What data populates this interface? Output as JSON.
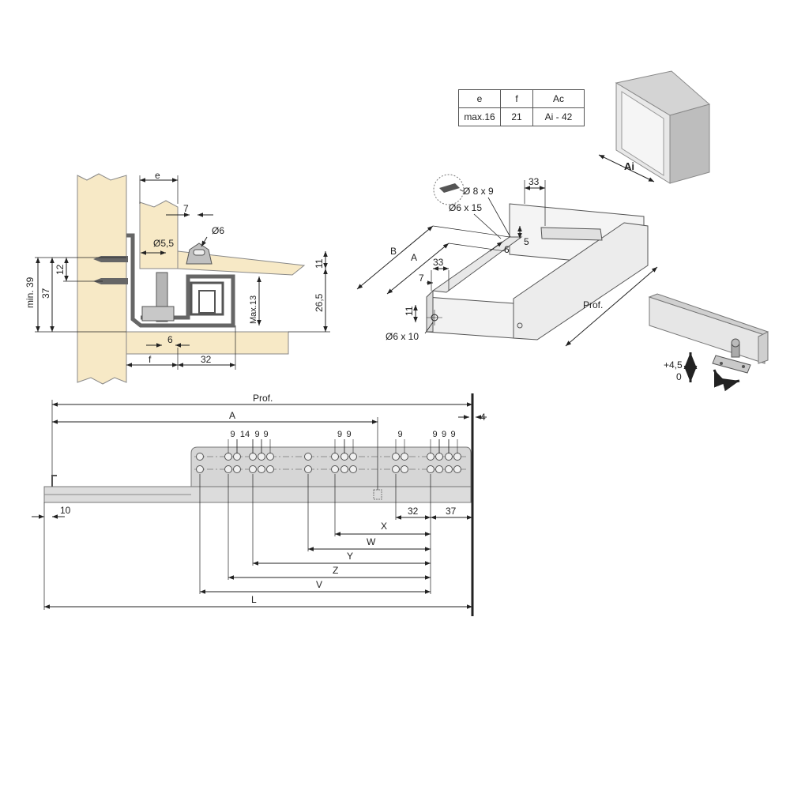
{
  "table": {
    "headers": [
      "e",
      "f",
      "Ac"
    ],
    "values": [
      "max.16",
      "21",
      "Ai - 42"
    ]
  },
  "cabinet": {
    "label": "Ai"
  },
  "section": {
    "e": "e",
    "d7": "7",
    "d6": "Ø6",
    "d55": "Ø5,5",
    "d11": "11",
    "d12": "12",
    "min39": "min. 39",
    "d37": "37",
    "d265": "26,5",
    "max13": "Max.13",
    "d6b": "6",
    "f": "f",
    "d32": "32"
  },
  "iso": {
    "d33top": "33",
    "d8x9": "Ø 8 x 9",
    "d6x15": "Ø6 x 15",
    "d5": "5",
    "d6": "6",
    "B": "B",
    "A": "A",
    "d33": "33",
    "d7": "7",
    "d11": "11",
    "d6x10": "Ø6 x 10",
    "prof": "Prof."
  },
  "adjust": {
    "plus": "+4,5",
    "zero": "0"
  },
  "rail": {
    "prof": "Prof.",
    "A": "A",
    "d4": "4",
    "spacing": [
      "9",
      "14",
      "9",
      "9",
      "9",
      "9",
      "9",
      "9",
      "9",
      "9"
    ],
    "d10": "10",
    "X": "X",
    "d32": "32",
    "d37": "37",
    "W": "W",
    "Y": "Y",
    "Z": "Z",
    "V": "V",
    "L": "L"
  }
}
